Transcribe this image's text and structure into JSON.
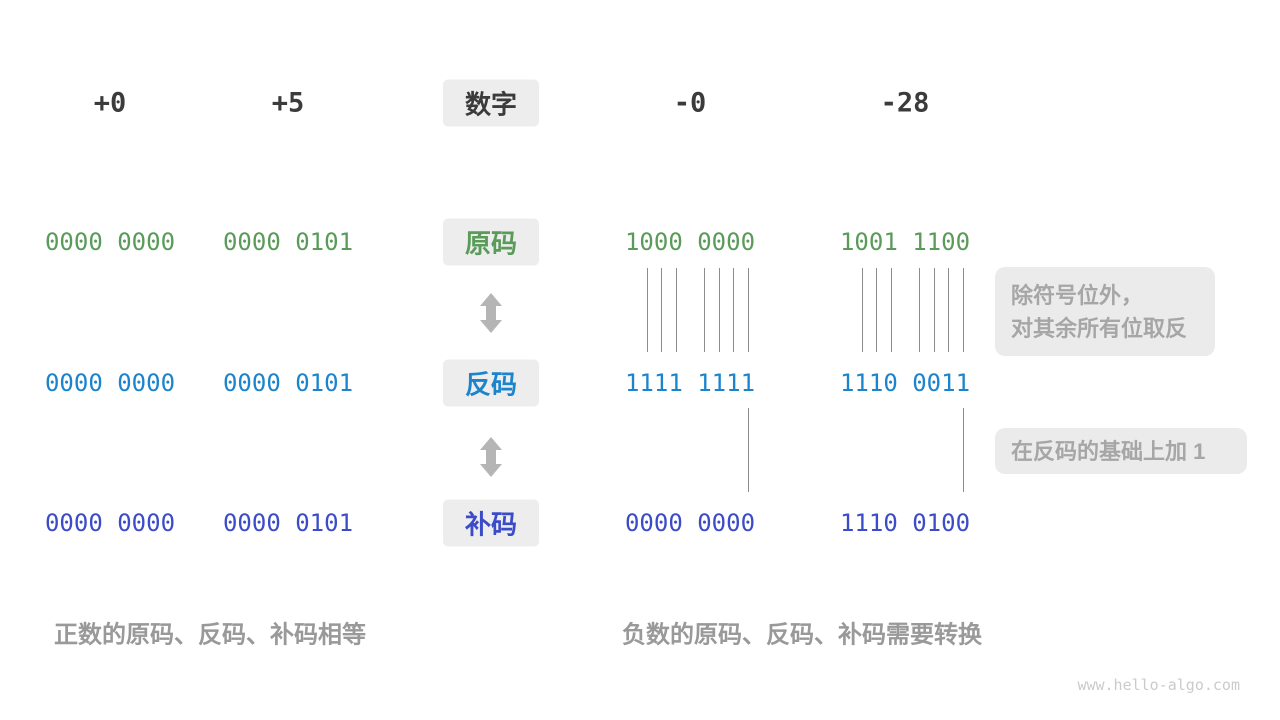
{
  "palette": {
    "number_text": "#3B3B3B",
    "sign_magnitude": "#5A9B5A",
    "ones_complement": "#1B84CD",
    "twos_complement": "#3C4CC8",
    "annotation_text": "#A6A6A6",
    "caption_text": "#999999",
    "label_box_bg": "#EDEDED",
    "note_box_bg": "#EBEBEB",
    "arrow": "#B5B5B5",
    "tick_line": "#8C8C8C",
    "watermark_text": "#CBCBCB"
  },
  "header": {
    "label": "数字",
    "values": [
      "+0",
      "+5",
      "-0",
      "-28"
    ]
  },
  "rows": [
    {
      "label": "原码",
      "values": [
        "0000 0000",
        "0000 0101",
        "1000 0000",
        "1001 1100"
      ]
    },
    {
      "label": "反码",
      "values": [
        "0000 0000",
        "0000 0101",
        "1111 1111",
        "1110 0011"
      ]
    },
    {
      "label": "补码",
      "values": [
        "0000 0000",
        "0000 0101",
        "0000 0000",
        "1110 0100"
      ]
    }
  ],
  "annotations": {
    "invert_line1": "除符号位外，",
    "invert_line2": "对其余所有位取反",
    "add_one": "在反码的基础上加 1"
  },
  "captions": {
    "positive": "正数的原码、反码、补码相等",
    "negative": "负数的原码、反码、补码需要转换"
  },
  "watermark": "www.hello-algo.com"
}
